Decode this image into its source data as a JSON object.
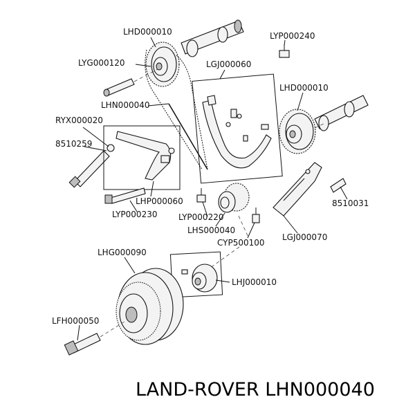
{
  "labels": {
    "lhd000010_top": "LHD000010",
    "lyp000240": "LYP000240",
    "lyg000120": "LYG000120",
    "lgj000060": "LGJ000060",
    "lhd000010_right": "LHD000010",
    "lhn000040": "LHN000040",
    "ryx000020": "RYX000020",
    "p8510259": "8510259",
    "lhp000060": "LHP000060",
    "lyp000230": "LYP000230",
    "lyp000220": "LYP000220",
    "lhs000040": "LHS000040",
    "cyp500100": "CYP500100",
    "lgj000070": "LGJ000070",
    "p8510031": "8510031",
    "lhg000090": "LHG000090",
    "lhj000010": "LHJ000010",
    "lfh000050": "LFH000050"
  },
  "caption": "LAND-ROVER LHN000040"
}
